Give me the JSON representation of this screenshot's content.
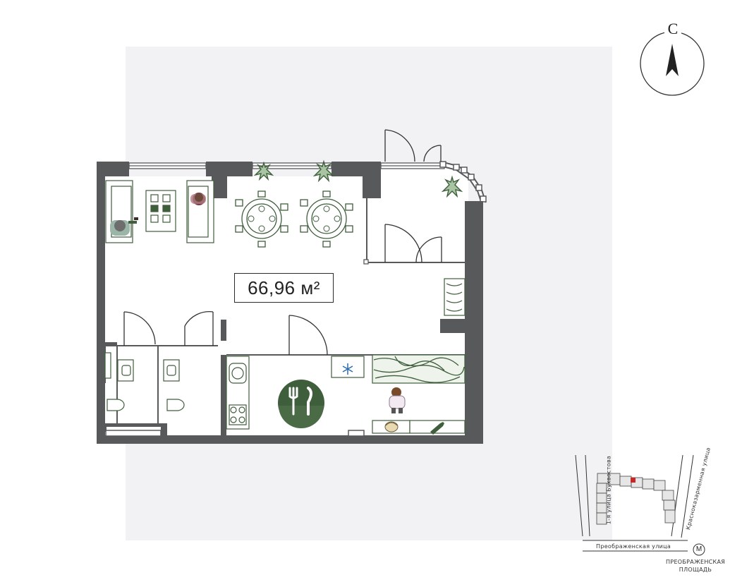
{
  "plan": {
    "area_label": "66,96 м²",
    "north_letter": "С",
    "colors": {
      "wall": "#58595b",
      "accent": "#3f5e3c",
      "marker": "#c62828",
      "background_block": "#f2f2f4"
    },
    "icons": [
      "compass-arrow-icon",
      "snowflake-icon",
      "fork-knife-icon",
      "plant-icon",
      "person-icon",
      "toilet-icon",
      "sink-icon",
      "stove-icon",
      "table-icon",
      "sofa-icon",
      "bottle-icon",
      "cake-icon"
    ]
  },
  "location_map": {
    "street_left": "1-я улица Бухвостова",
    "street_right": "Красноказарменная улица",
    "street_bottom": "Преображенская улица",
    "metro_letter": "М",
    "metro_station": "ПРЕОБРАЖЕНСКАЯ ПЛОЩАДЬ"
  }
}
